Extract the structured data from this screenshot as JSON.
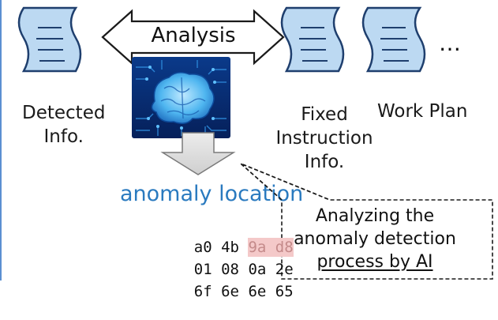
{
  "docs": {
    "detected_label": [
      "Detected",
      "Info."
    ],
    "fixed_label": [
      "Fixed",
      "Instruction",
      "Info."
    ],
    "work_plan_label": "Work Plan",
    "ellipsis": "…"
  },
  "analysis": {
    "label": "Analysis",
    "brain_icon": "ai-brain-chip-icon"
  },
  "anomaly": {
    "title": "anomaly location",
    "rows": [
      [
        "a0",
        "4b",
        "9a",
        "d8"
      ],
      [
        "01",
        "08",
        "0a",
        "2e"
      ],
      [
        "6f",
        "6e",
        "6e",
        "65"
      ]
    ],
    "highlighted_cells": [
      [
        0,
        2
      ],
      [
        0,
        3
      ]
    ]
  },
  "callout": {
    "lines": [
      "Analyzing the",
      "anomaly detection",
      "process by AI"
    ]
  },
  "colors": {
    "scroll_fill": "#bcd9f2",
    "scroll_stroke": "#1f3f6e",
    "title_blue": "#2a7abf",
    "arrow_gray": "#d6d6d6",
    "highlight": "#f4c9c9"
  }
}
